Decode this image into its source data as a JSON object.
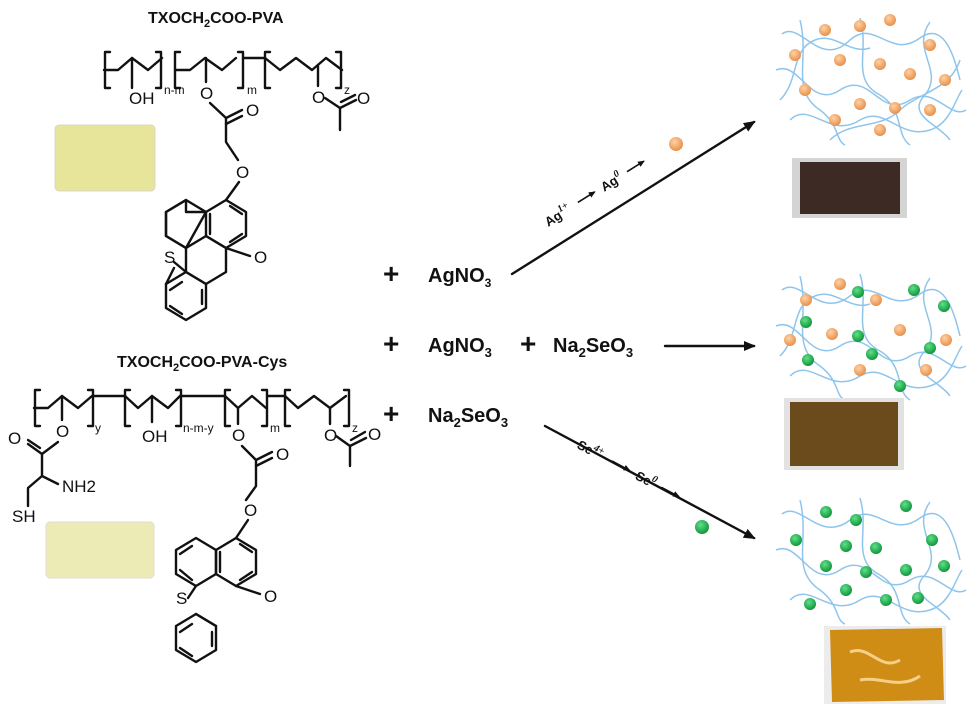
{
  "polymer1": {
    "title_pre": "TXOCH",
    "title_sub": "2",
    "title_post": "COO-PVA",
    "oh": "OH",
    "nm": "n-m",
    "m": "m",
    "z": "z",
    "o": "O",
    "s": "S",
    "carbonyl_o": "O",
    "film_color": "#e6e59a"
  },
  "polymer2": {
    "title_pre": "TXOCH",
    "title_sub": "2",
    "title_post": "COO-PVA-Cys",
    "y": "y",
    "oh": "OH",
    "nmy": "n-m-y",
    "m": "m",
    "z": "z",
    "nh2": "NH2",
    "sh": "SH",
    "o": "O",
    "s": "S",
    "carbonyl_o": "O",
    "film_color": "#ecebb6"
  },
  "reagents": {
    "plus": "+",
    "row1": {
      "main": "AgNO",
      "sub": "3"
    },
    "row2": {
      "main1": "AgNO",
      "sub1": "3",
      "main2": "Na",
      "sub2": "2",
      "main3": "SeO",
      "sub3": "3"
    },
    "row3": {
      "main": "Na",
      "sub": "2",
      "main2": "SeO",
      "sub2": "3"
    }
  },
  "reactions": {
    "silver": {
      "from": "Ag",
      "from_sup": "1+",
      "to": "Ag",
      "to_sup": "0"
    },
    "selenium": {
      "from": "Se",
      "from_sup": "4+",
      "to": "Se",
      "to_sup": "0"
    }
  },
  "colors": {
    "silver_particle": "#f0a762",
    "selenium_particle": "#1fb34a",
    "fiber": "#8fc5ec",
    "film_silver": "#3e2a24",
    "film_mixed": "#6b4a1c",
    "film_selenium": "#d08d16"
  }
}
